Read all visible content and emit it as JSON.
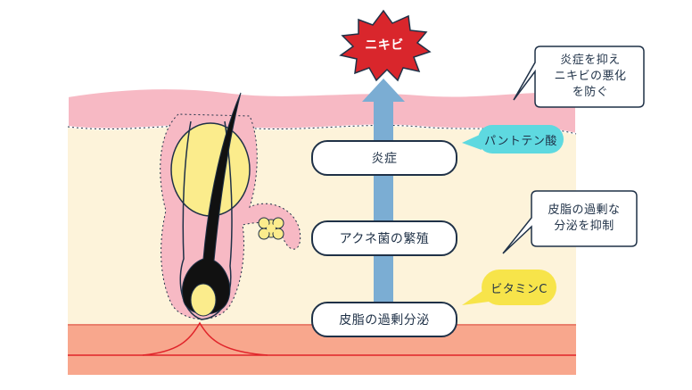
{
  "burst": {
    "label": "ニキビ",
    "color": "#d9262c"
  },
  "steps": [
    {
      "label": "炎症"
    },
    {
      "label": "アクネ菌の繁殖"
    },
    {
      "label": "皮脂の過剰分泌"
    }
  ],
  "badges": {
    "pantothenic": {
      "label": "パントテン酸",
      "color": "#5ed9e0"
    },
    "vitamin_c": {
      "label": "ビタミンC",
      "color": "#f7e44a"
    }
  },
  "notes": {
    "top": {
      "text": "炎症を抑え\nニキビの悪化\nを防ぐ"
    },
    "middle": {
      "text": "皮脂の過剰な\n分泌を抑制"
    }
  },
  "colors": {
    "epidermis": "#f7b9c4",
    "dermis": "#fdf3da",
    "subcutis": "#f8a78d",
    "arrow": "#7badd3",
    "outline": "#1f3147",
    "sebum": "#fbec8c",
    "hair": "#111111",
    "nerve": "#e0242a"
  }
}
